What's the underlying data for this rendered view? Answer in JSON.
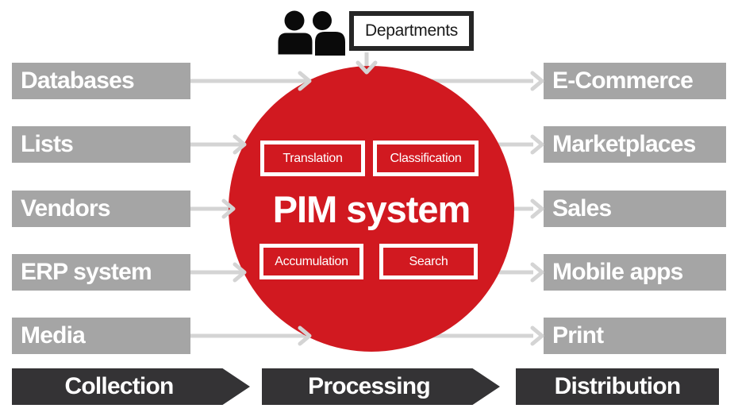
{
  "diagram": {
    "title": "PIM system",
    "top_source": {
      "label": "Departments",
      "icon": "people-icon"
    },
    "inputs": [
      "Databases",
      "Lists",
      "Vendors",
      "ERP system",
      "Media"
    ],
    "outputs": [
      "E-Commerce",
      "Marketplaces",
      "Sales",
      "Mobile apps",
      "Print"
    ],
    "functions": [
      "Translation",
      "Classification",
      "Accumulation",
      "Search"
    ],
    "stages": [
      "Collection",
      "Processing",
      "Distribution"
    ],
    "colors": {
      "circle_red": "#d11920",
      "box_gray": "#a5a5a5",
      "arrow_gray": "#d4d4d4",
      "stage_dark": "#343335",
      "label_text": "#ffffff",
      "departments_text": "#1a1a1a"
    }
  }
}
